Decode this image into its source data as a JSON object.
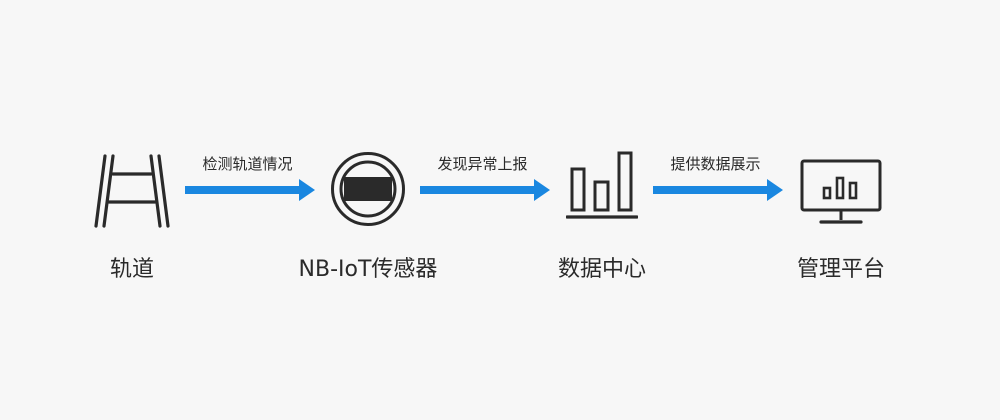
{
  "diagram": {
    "nodes": [
      {
        "id": "track",
        "label": "轨道",
        "icon": "track-ladder-icon"
      },
      {
        "id": "sensor",
        "label": "NB-IoT传感器",
        "icon": "sensor-device-icon"
      },
      {
        "id": "datacenter",
        "label": "数据中心",
        "icon": "bar-chart-icon"
      },
      {
        "id": "platform",
        "label": "管理平台",
        "icon": "monitor-chart-icon"
      }
    ],
    "edges": [
      {
        "from": "track",
        "to": "sensor",
        "label": "检测轨道情况"
      },
      {
        "from": "sensor",
        "to": "datacenter",
        "label": "发现异常上报"
      },
      {
        "from": "datacenter",
        "to": "platform",
        "label": "提供数据展示"
      }
    ],
    "colors": {
      "arrow": "#1a87e0",
      "icon": "#2a2a2a",
      "background": "#f7f7f7"
    }
  }
}
